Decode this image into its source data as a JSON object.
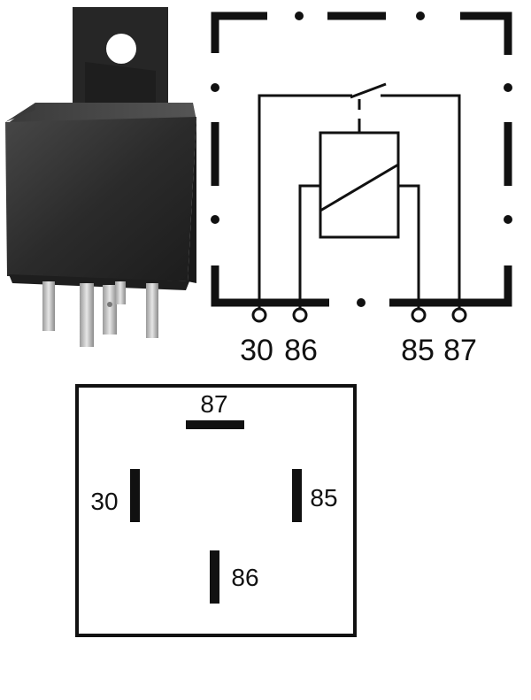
{
  "schematic": {
    "terminal_labels": [
      "30",
      "86",
      "85",
      "87"
    ]
  },
  "pinout": {
    "pins": {
      "p87": "87",
      "p30": "30",
      "p85": "85",
      "p86": "86"
    }
  },
  "colors": {
    "relay_body": "#2b2b2b",
    "relay_highlight": "#4a4a4a",
    "pins_metal": "#c9c9c9",
    "ink": "#111111",
    "background": "#ffffff"
  },
  "icons": {
    "relay_photo": "automotive-relay-icon",
    "coil": "relay-coil-icon",
    "switch": "relay-switch-contact-icon"
  }
}
